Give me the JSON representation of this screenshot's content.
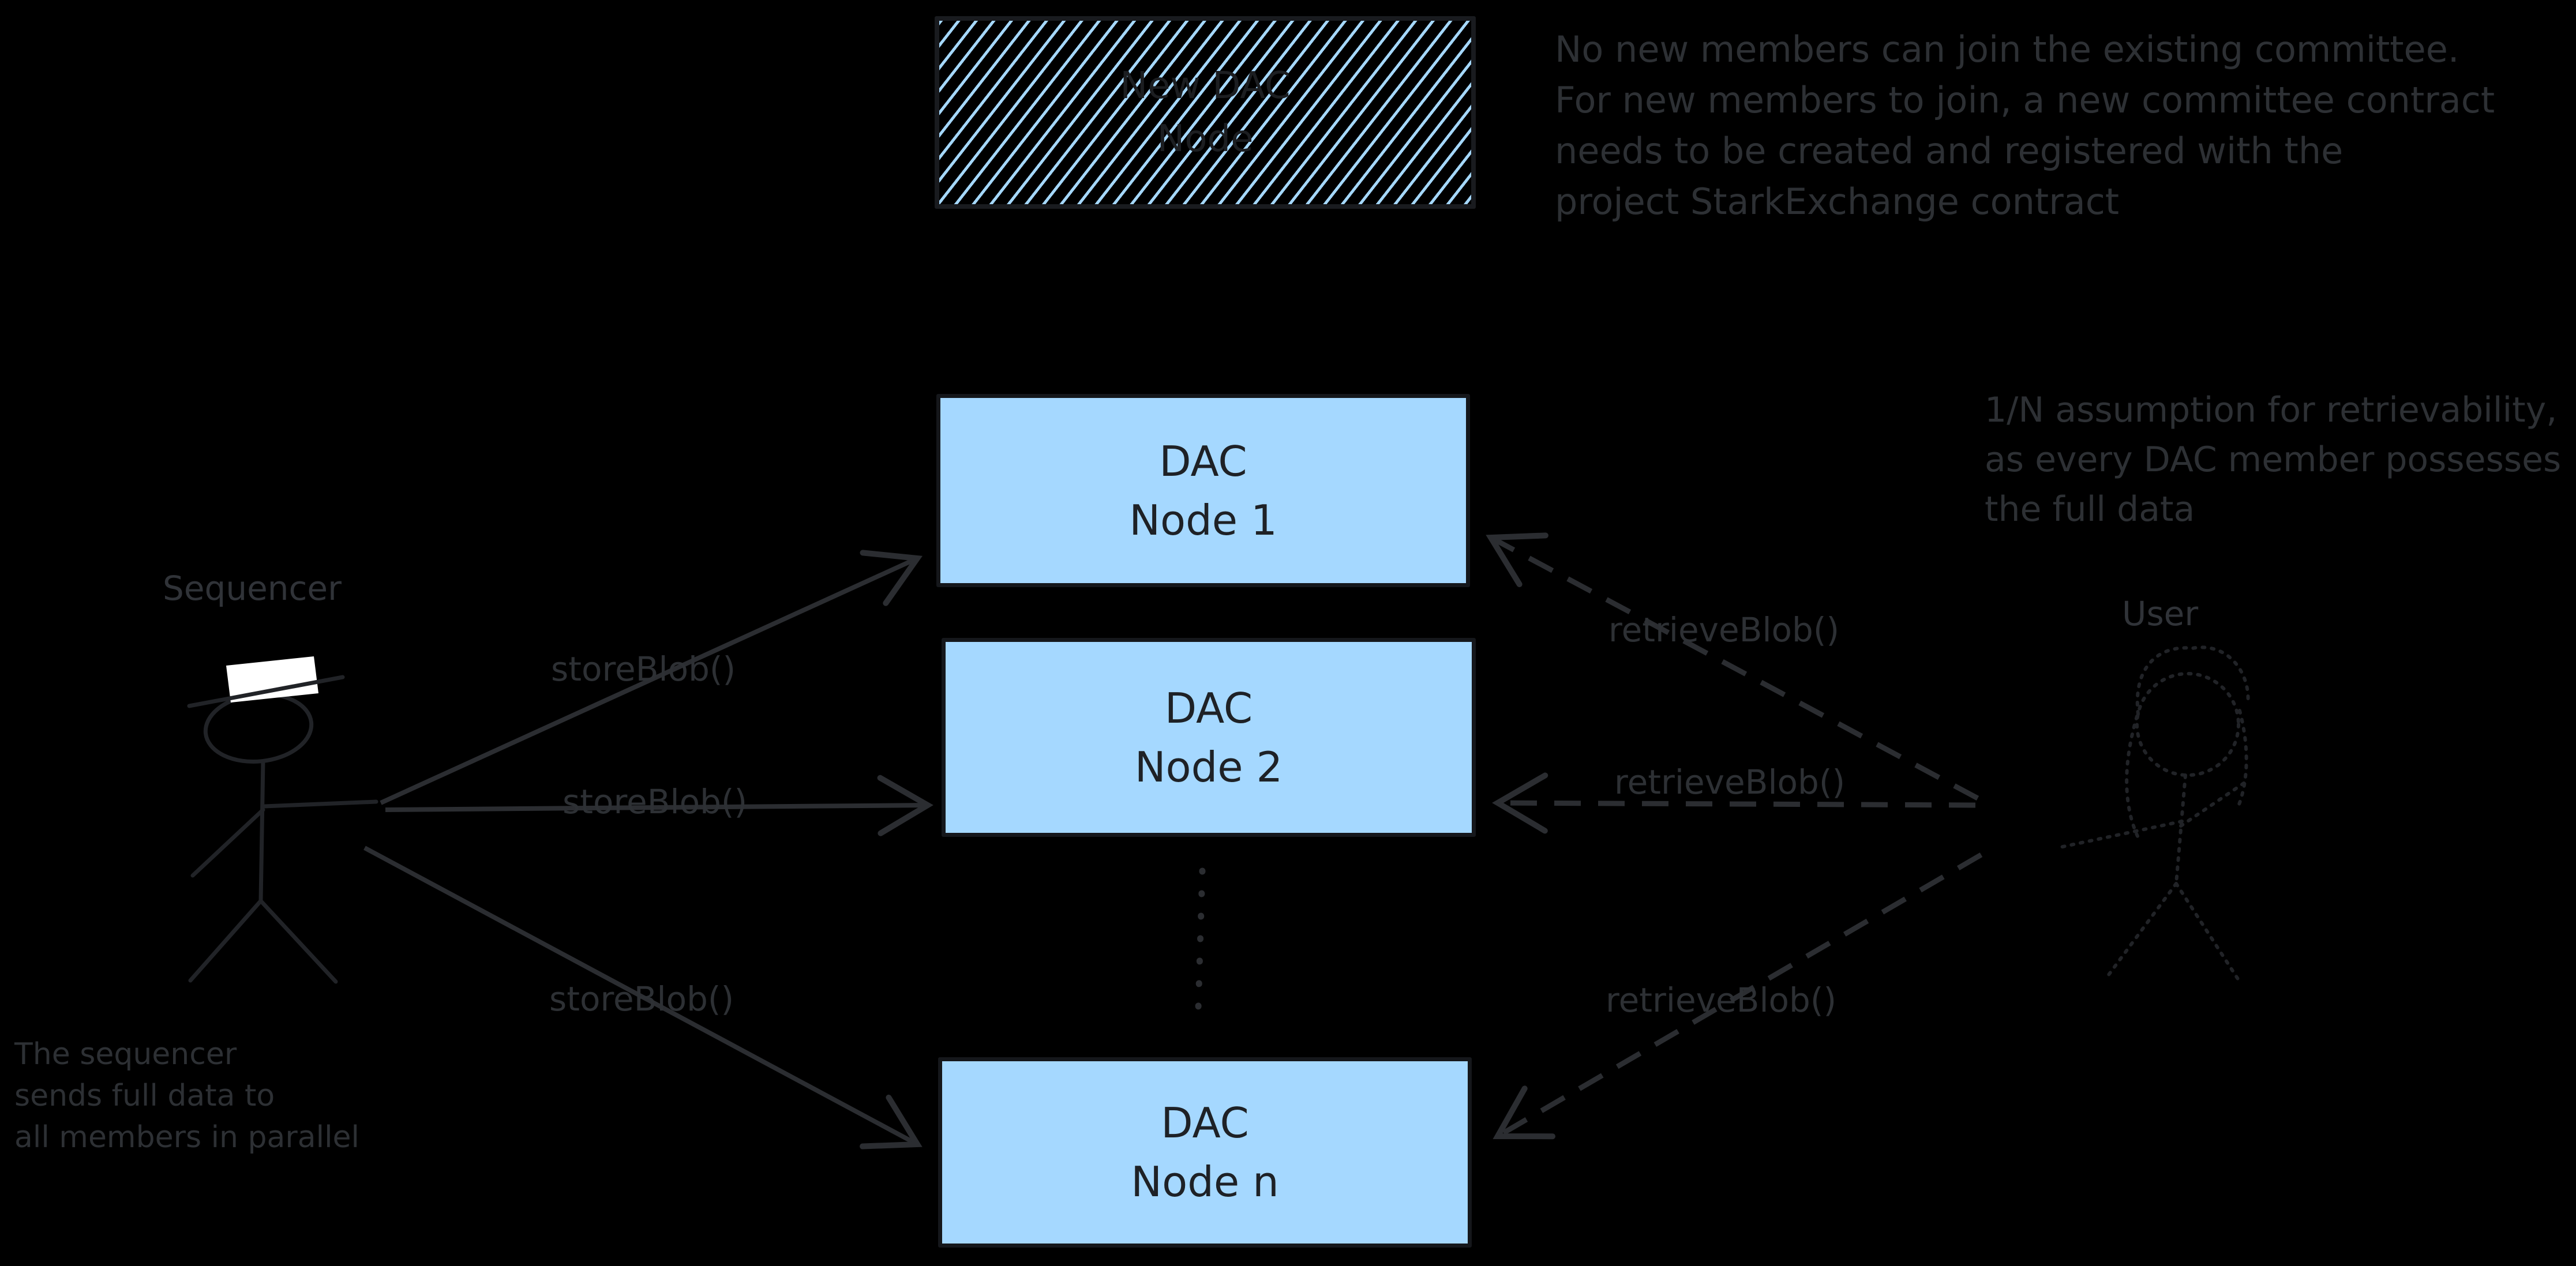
{
  "diagram": {
    "background": "#000000",
    "accent_blue": "#a5d8ff",
    "stroke_dark": "#2b2d31",
    "text_dark": "#1e2126"
  },
  "boxes": {
    "new_dac_node": {
      "label": "New DAC\nNode"
    },
    "dac_node_1": {
      "label": "DAC\nNode 1"
    },
    "dac_node_2": {
      "label": "DAC\nNode 2"
    },
    "dac_node_n": {
      "label": "DAC\nNode n"
    }
  },
  "actors": {
    "sequencer": {
      "label": "Sequencer"
    },
    "user": {
      "label": "User"
    }
  },
  "edge_labels": {
    "store_top": "storeBlob()",
    "store_mid": "storeBlob()",
    "store_bottom": "storeBlob()",
    "retrieve_top": "retrieveBlob()",
    "retrieve_mid": "retrieveBlob()",
    "retrieve_bottom": "retrieveBlob()"
  },
  "annotations": {
    "committee_note": "No new members can join the existing committee.\nFor new members to join, a new committee contract\nneeds to be created and registered with the\nproject StarkExchange contract",
    "retrievability_note": "1/N assumption for retrievability,\nas every DAC member possesses\nthe full data",
    "parallel_note": "The sequencer\nsends full data to\nall members in parallel"
  }
}
